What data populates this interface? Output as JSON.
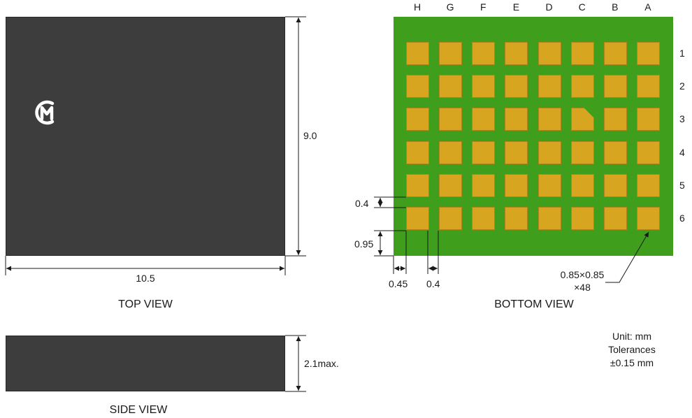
{
  "top_view": {
    "title": "TOP VIEW",
    "width_label": "10.5",
    "height_label": "9.0",
    "logo": "cm-logo-icon"
  },
  "side_view": {
    "title": "SIDE VIEW",
    "height_label": "2.1max."
  },
  "bottom_view": {
    "title": "BOTTOM VIEW",
    "columns": [
      "H",
      "G",
      "F",
      "E",
      "D",
      "C",
      "B",
      "A"
    ],
    "rows": [
      "1",
      "2",
      "3",
      "4",
      "5",
      "6"
    ],
    "pitch_label": "0.4",
    "edge_bottom_label": "0.95",
    "edge_left_label": "0.45",
    "gap_label": "0.4",
    "pad_label_line1": "0.85×0.85",
    "pad_label_line2": "×48",
    "chamfer_pad": "C3"
  },
  "notes": {
    "unit": "Unit: mm",
    "tolerance_line1": "Tolerances",
    "tolerance_line2": "±0.15 mm"
  },
  "colors": {
    "package": "#3d3d3d",
    "board": "#3f9f1c",
    "pad": "#d8a521"
  }
}
